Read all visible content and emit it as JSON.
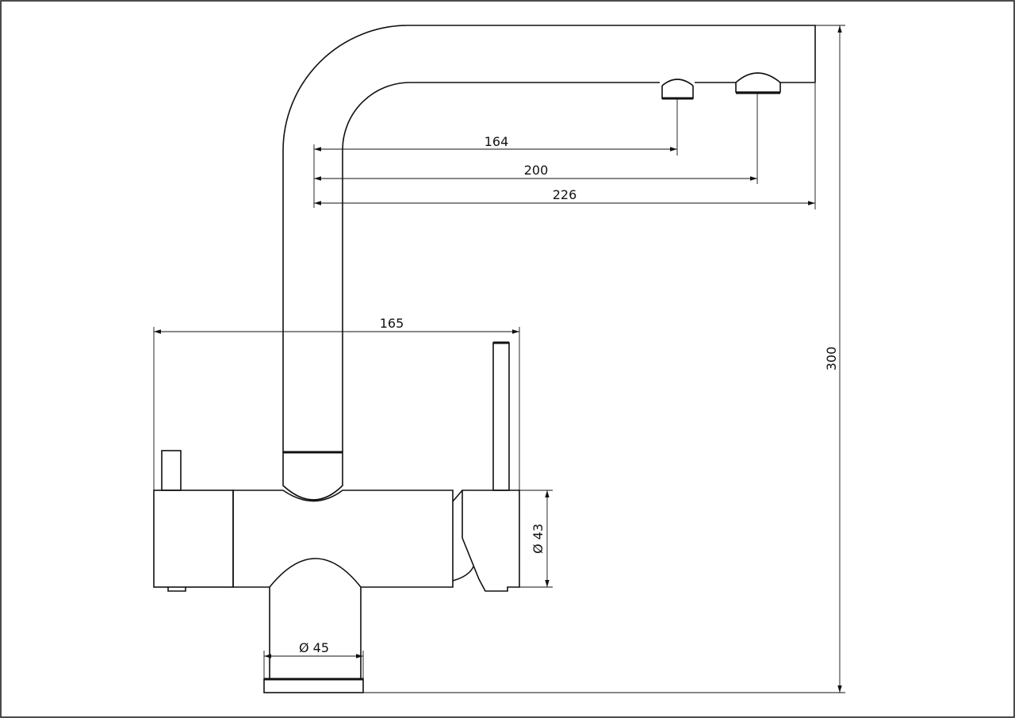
{
  "dimensions": {
    "spout_outlet_1": "164",
    "spout_outlet_2": "200",
    "spout_reach": "226",
    "body_width": "165",
    "total_height": "300",
    "body_diameter": "Ø 43",
    "base_diameter": "Ø 45"
  }
}
